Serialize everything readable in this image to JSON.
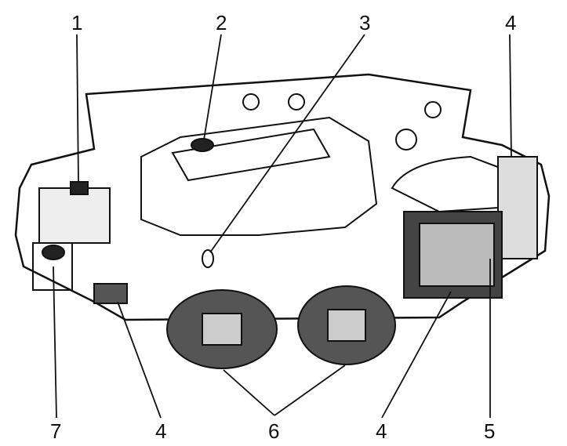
{
  "diagram": {
    "callouts": [
      {
        "id": "1",
        "label": "1"
      },
      {
        "id": "2",
        "label": "2"
      },
      {
        "id": "3",
        "label": "3"
      },
      {
        "id": "4a",
        "label": "4"
      },
      {
        "id": "7",
        "label": "7"
      },
      {
        "id": "4b",
        "label": "4"
      },
      {
        "id": "6",
        "label": "6"
      },
      {
        "id": "4c",
        "label": "4"
      },
      {
        "id": "5",
        "label": "5"
      }
    ],
    "colors": {
      "ink": "#111111",
      "wheel": "#555555",
      "paper": "#ffffff"
    }
  }
}
